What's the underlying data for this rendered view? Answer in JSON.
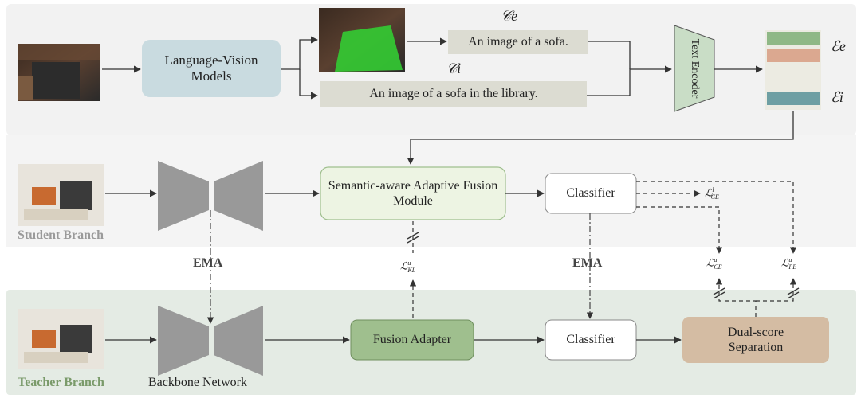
{
  "top": {
    "lvm_label": "Language-Vision Models",
    "caption_e_symbol": "𝒞e",
    "caption_i_symbol": "𝒞i",
    "caption_e_text": "An image of a sofa.",
    "caption_i_text": "An image of a sofa in the library.",
    "text_encoder_label": "Text Encoder",
    "embed_e_symbol": "ℰe",
    "embed_i_symbol": "ℰi"
  },
  "student": {
    "branch_label": "Student Branch",
    "fusion_module_label": "Semantic-aware Adaptive Fusion Module",
    "classifier_label": "Classifier",
    "loss_ce_l": "ℒ",
    "loss_ce_l_sup": "l",
    "loss_ce_l_sub": "CE"
  },
  "middle": {
    "ema_left": "EMA",
    "ema_right": "EMA",
    "loss_kl": "ℒ",
    "loss_kl_sup": "u",
    "loss_kl_sub": "KL",
    "loss_ce_u": "ℒ",
    "loss_ce_u_sup": "u",
    "loss_ce_u_sub": "CE",
    "loss_pe_u": "ℒ",
    "loss_pe_u_sup": "u",
    "loss_pe_u_sub": "PE"
  },
  "teacher": {
    "branch_label": "Teacher Branch",
    "backbone_label": "Backbone Network",
    "fusion_adapter_label": "Fusion Adapter",
    "classifier_label": "Classifier",
    "separation_label": "Dual-score Separation"
  },
  "colors": {
    "lvm_fill": "#c9dbe0",
    "caption_fill": "#dcdcd2",
    "encoder_fill": "#c9ddc6",
    "fusion_module_fill": "#edf4e3",
    "fusion_adapter_fill": "#9fbf8e",
    "separation_fill": "#d4bca3",
    "teacher_panel": "#e4ebe4",
    "top_panel": "#f1f1f1",
    "backbone_gray": "#999999",
    "student_label_color": "#9a9a9a",
    "teacher_label_color": "#7a9a6a",
    "embed_green": "#8fb886",
    "embed_salmon": "#dba890",
    "embed_teal": "#6e9fa3",
    "embed_bg": "#ecebe2"
  }
}
